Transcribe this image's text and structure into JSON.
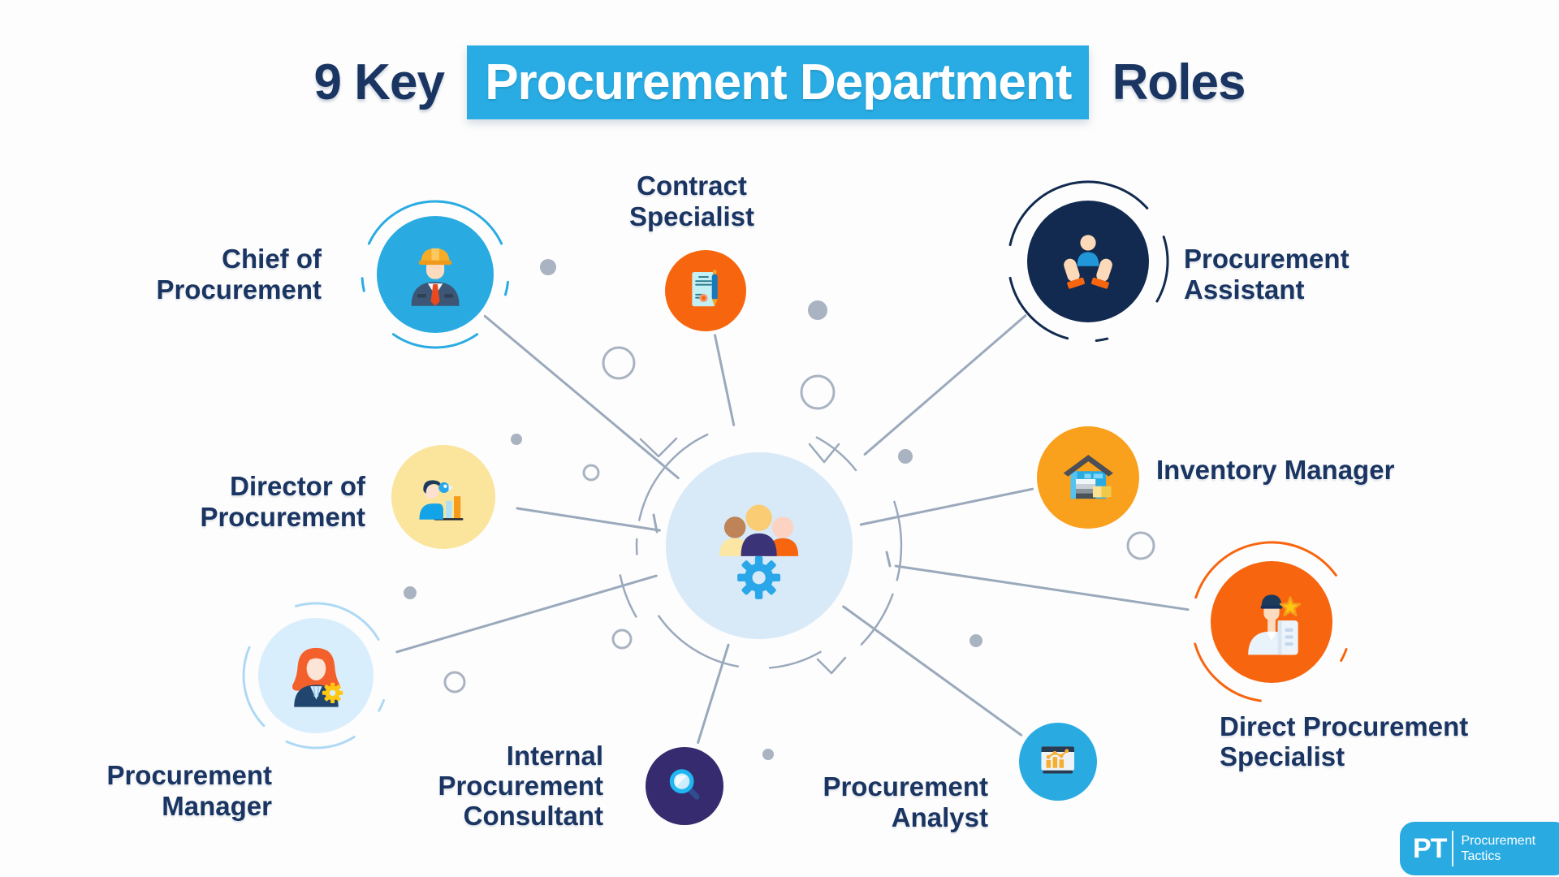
{
  "title": {
    "prefix": "9 Key ",
    "highlight": "Procurement Department",
    "suffix": " Roles"
  },
  "palette": {
    "background": "#FDFDFD",
    "text_navy": "#1A3562",
    "highlight_bg": "#29ACE3",
    "highlight_text": "#FFFFFF",
    "connector_gray": "#9AA9BC",
    "dot_gray": "#A9B3C1"
  },
  "hub": {
    "circle_color": "#D8E9F8",
    "icon": "team-gear-icon"
  },
  "roles": [
    {
      "id": "chief-of-procurement",
      "label_lines": [
        "Chief of",
        "Procurement"
      ],
      "circle_color": "#29ABE2",
      "ring_color": "#29ABE2",
      "icon": "engineer-icon"
    },
    {
      "id": "contract-specialist",
      "label_lines": [
        "Contract",
        "Specialist"
      ],
      "circle_color": "#F7650F",
      "ring_color": null,
      "icon": "contract-document-icon"
    },
    {
      "id": "procurement-assistant",
      "label_lines": [
        "Procurement",
        "Assistant"
      ],
      "circle_color": "#122A4F",
      "ring_color": "#122A4F",
      "icon": "care-hands-icon"
    },
    {
      "id": "director-of-procurement",
      "label_lines": [
        "Director of",
        "Procurement"
      ],
      "circle_color": "#FBE49B",
      "ring_color": null,
      "icon": "person-chart-icon"
    },
    {
      "id": "inventory-manager",
      "label_lines": [
        "Inventory Manager"
      ],
      "circle_color": "#F9A11C",
      "ring_color": null,
      "icon": "warehouse-icon"
    },
    {
      "id": "procurement-manager",
      "label_lines": [
        "Procurement",
        "Manager"
      ],
      "circle_color": "#D9EEFC",
      "ring_color": "#AED9F4",
      "icon": "woman-gear-icon"
    },
    {
      "id": "internal-procurement-consultant",
      "label_lines": [
        "Internal",
        "Procurement",
        "Consultant"
      ],
      "circle_color": "#352B6E",
      "ring_color": null,
      "icon": "magnifier-icon"
    },
    {
      "id": "procurement-analyst",
      "label_lines": [
        "Procurement",
        "Analyst"
      ],
      "circle_color": "#29ABE2",
      "ring_color": null,
      "icon": "presentation-chart-icon"
    },
    {
      "id": "direct-procurement-specialist",
      "label_lines": [
        "Direct Procurement",
        "Specialist"
      ],
      "circle_color": "#F7650F",
      "ring_color": "#F7650F",
      "icon": "person-star-icon"
    }
  ],
  "logo": {
    "initials": "PT",
    "brand_lines": [
      "Procurement",
      "Tactics"
    ],
    "bg": "#29ABE2",
    "text": "#FFFFFF"
  }
}
